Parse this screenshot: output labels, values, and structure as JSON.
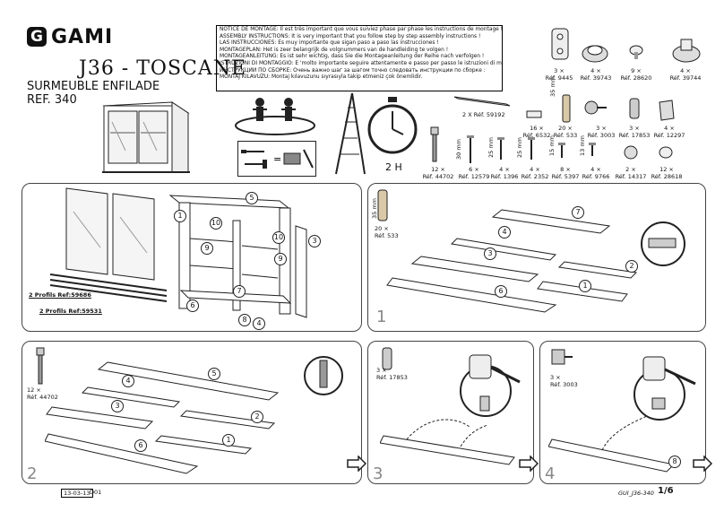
{
  "brand": {
    "mark": "G",
    "name": "GAMI"
  },
  "header": {
    "model": "J36 - TOSCANE",
    "subtitle": "SURMEUBLE ENFILADE",
    "ref": "REF. 340"
  },
  "notice": [
    "NOTICE DE MONTAGE: Il est très important que vous suiviez phase par phase les instructions de montage !",
    "ASSEMBLY INSTRUCTIONS: It is very important that you follow step by step assembly instructions !",
    "LAS INSTRUCCIONES: Es muy importante que sigan paso a paso las instrucciones !",
    "MONTAGEPLAN: Het is zeer belangrijk de volgnummers van de handleiding te volgen !",
    "MONTAGEANLEITUNG: Es ist sehr wichtig, dass Sie die Montageanleitung der Reihe nach verfolgen !",
    "ISTRUZIONI DI MONTAGGIO: E 'molto importante seguire attentamente e passo per passo le istruzioni di montaggio!",
    "ИНСТРУКЦИИ ПО СБОРКЕ: Очень важно шаг за шагом точно следовать инструкции по сборке :",
    "MONTAJ KILAVUZU: Montaj kılavuzunu sıyrasıyla takip etmeniz çok önemlidir."
  ],
  "time_label": "2 H",
  "hardware": [
    {
      "qty": "3 ×",
      "ref": "Réf. 9445"
    },
    {
      "qty": "4 ×",
      "ref": "Réf. 39743"
    },
    {
      "qty": "9 ×",
      "ref": "Réf. 28620"
    },
    {
      "qty": "4 ×",
      "ref": "Réf. 39744"
    },
    {
      "qty": "2 X",
      "ref": "Réf. 59192"
    },
    {
      "qty": "16 ×",
      "ref": "Réf. 6532"
    },
    {
      "qty": "20 ×",
      "ref": "Réf. 533"
    },
    {
      "qty": "3 ×",
      "ref": "Réf. 3003"
    },
    {
      "qty": "3 ×",
      "ref": "Réf. 17853"
    },
    {
      "qty": "4 ×",
      "ref": "Réf. 12297"
    },
    {
      "qty": "12 ×",
      "ref": "Réf. 44702"
    },
    {
      "qty": "6 ×",
      "ref": "Réf. 12579"
    },
    {
      "qty": "4 ×",
      "ref": "Réf. 1396"
    },
    {
      "qty": "4 ×",
      "ref": "Réf. 2352"
    },
    {
      "qty": "8 ×",
      "ref": "Réf. 5397"
    },
    {
      "qty": "4 ×",
      "ref": "Réf. 9766"
    },
    {
      "qty": "2 ×",
      "ref": "Réf. 14317"
    },
    {
      "qty": "12 ×",
      "ref": "Réf. 28618"
    }
  ],
  "dimensions": [
    "35 mm",
    "30 mm",
    "25 mm",
    "25 mm",
    "15 mm",
    "13 mm"
  ],
  "overview": {
    "profile_a": "2 Profils Ref:59686",
    "profile_b": "2 Profils Ref:59531",
    "callouts": [
      "1",
      "2",
      "3",
      "4",
      "5",
      "6",
      "7",
      "8",
      "9",
      "10"
    ]
  },
  "steps": [
    {
      "number": "1",
      "hw_qty": "20 ×",
      "hw_ref": "Réf. 533",
      "dim": "35 mm"
    },
    {
      "number": "2",
      "hw_qty": "12 ×",
      "hw_ref": "Réf. 44702"
    },
    {
      "number": "3",
      "hw_qty": "3 ×",
      "hw_ref": "Réf. 17853"
    },
    {
      "number": "4",
      "hw_qty": "3 ×",
      "hw_ref": "Réf. 3003"
    }
  ],
  "footer": {
    "date": "13-03-13",
    "version": "D01",
    "code": "GUI_J36-340",
    "page": "1/6"
  }
}
